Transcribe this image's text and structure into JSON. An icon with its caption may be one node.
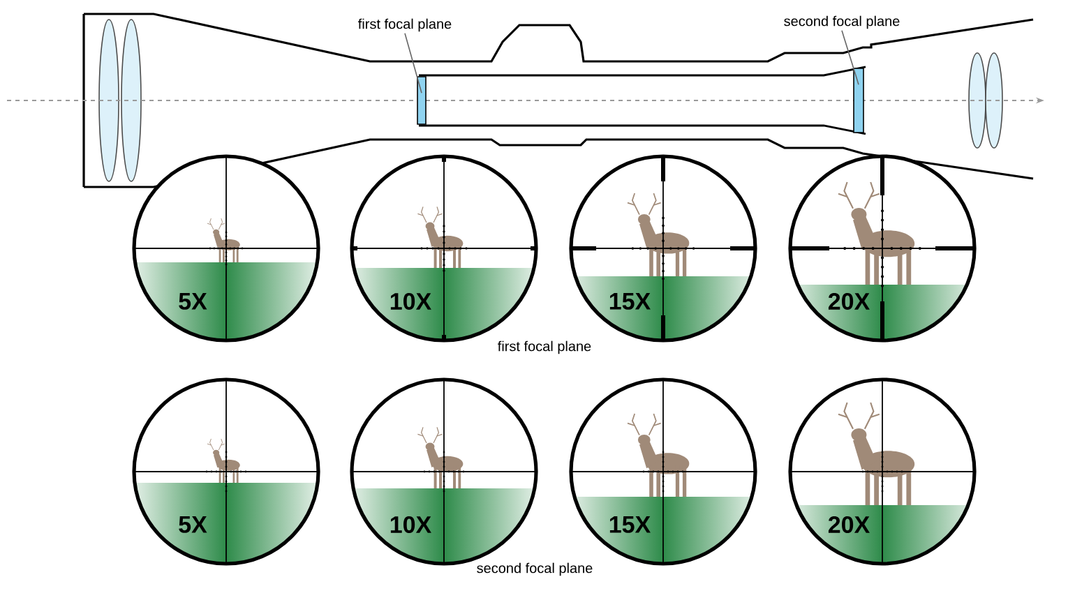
{
  "diagram": {
    "nodes": [
      {
        "text": [
          "first focal plane"
        ]
      },
      {
        "text": [],
        "shape": "box"
      },
      {
        "text": [
          "second focal plane"
        ]
      },
      {
        "text": [],
        "shape": "box"
      },
      {
        "text": [
          "5X"
        ]
      },
      {
        "text": [
          "10X"
        ]
      },
      {
        "text": [
          "15X"
        ]
      },
      {
        "text": [
          "20X"
        ]
      },
      {
        "text": [
          "5X"
        ]
      },
      {
        "text": [
          "10X"
        ]
      },
      {
        "text": [
          "15X"
        ]
      },
      {
        "text": [
          "20X"
        ]
      }
    ],
    "edges": [
      {
        "from": 0,
        "to": 1,
        "arrow": "none"
      },
      {
        "from": 2,
        "to": 3,
        "arrow": "none"
      }
    ],
    "labels": [
      "first focal plane",
      "second focal plane"
    ]
  }
}
